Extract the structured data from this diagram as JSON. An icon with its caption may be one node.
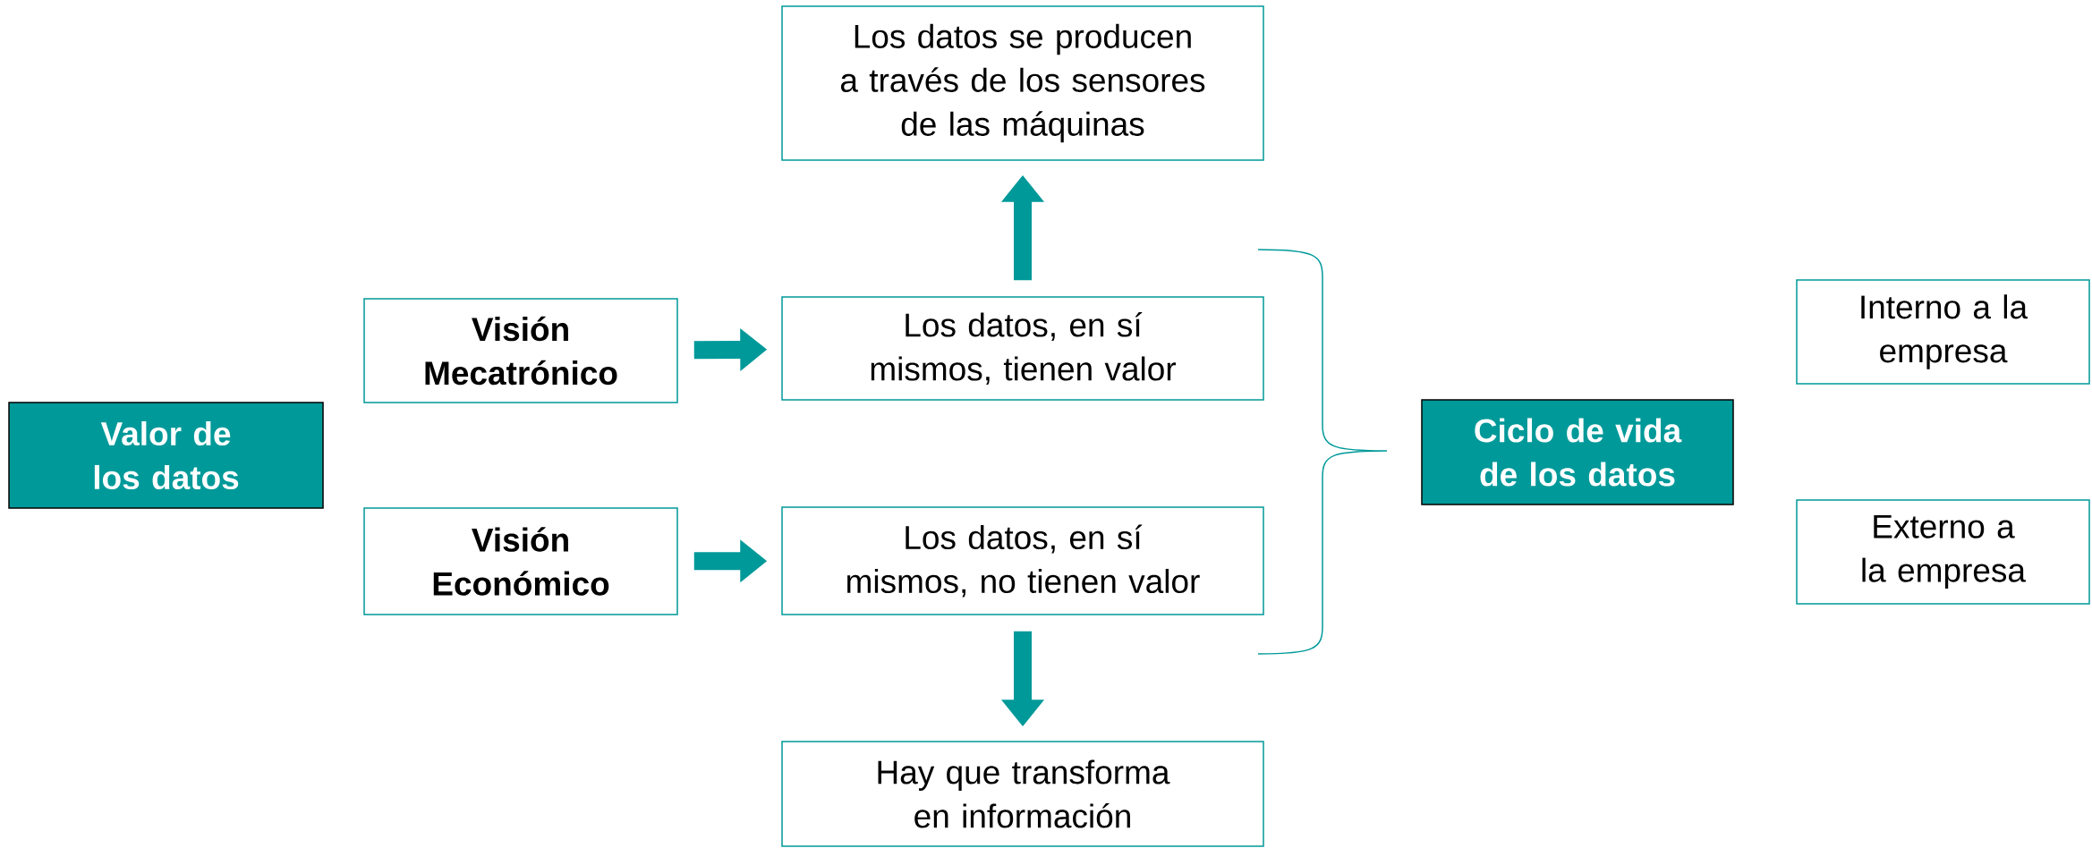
{
  "diagram": {
    "nodes": [
      {
        "text": [
          "Valor de los datos"
        ]
      },
      {
        "text": [
          "Visión Mecatrónico"
        ]
      },
      {
        "text": [
          "Visión Económico"
        ]
      },
      {
        "text": [
          "Los datos, en sí mismos, tienen valor"
        ]
      },
      {
        "text": [
          "Los datos, en sí mismos, no tienen valor"
        ]
      },
      {
        "text": [
          "Los datos se producen a través de los sensores de las máquinas"
        ]
      },
      {
        "text": [
          "Hay que transforma en información"
        ]
      },
      {
        "text": [
          "Ciclo de vida de los datos"
        ]
      },
      {
        "text": [
          "Interno a la empresa"
        ]
      },
      {
        "text": [
          "Externo a la empresa"
        ]
      }
    ],
    "edges": [
      {
        "from": 1,
        "to": 3,
        "arrow": "to"
      },
      {
        "from": 2,
        "to": 4,
        "arrow": "to"
      },
      {
        "from": 3,
        "to": 5,
        "arrow": "to"
      },
      {
        "from": 4,
        "to": 6,
        "arrow": "to"
      }
    ]
  }
}
